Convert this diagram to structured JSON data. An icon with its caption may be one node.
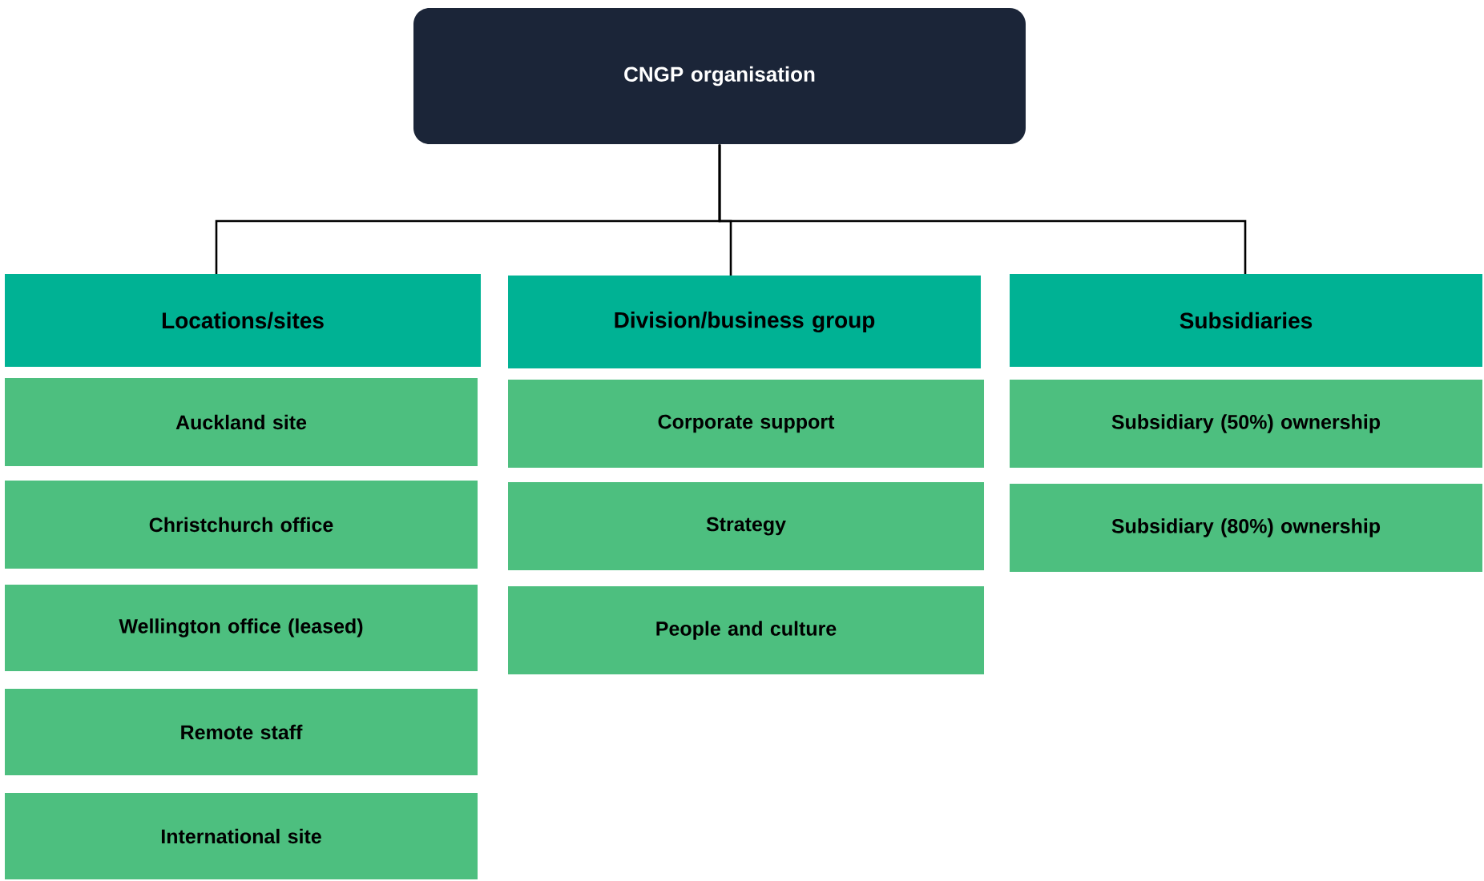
{
  "diagram": {
    "nodes": [
      {
        "text": [
          "CNGP organisation"
        ]
      },
      {
        "text": [
          "Locations/sites"
        ]
      },
      {
        "text": [
          "Division/business group"
        ]
      },
      {
        "text": [
          "Subsidiaries"
        ]
      },
      {
        "text": [
          "Auckland site"
        ]
      },
      {
        "text": [
          "Christchurch office"
        ]
      },
      {
        "text": [
          "Wellington office (leased)"
        ]
      },
      {
        "text": [
          "Remote staff"
        ]
      },
      {
        "text": [
          "International site"
        ]
      },
      {
        "text": [
          "Corporate support"
        ]
      },
      {
        "text": [
          "Strategy"
        ]
      },
      {
        "text": [
          "People and culture"
        ]
      },
      {
        "text": [
          "Subsidiary (50%) ownership"
        ]
      },
      {
        "text": [
          "Subsidiary (80%) ownership"
        ]
      }
    ],
    "edges": [
      {
        "from": 0,
        "to": 1,
        "arrow": "none"
      },
      {
        "from": 0,
        "to": 2,
        "arrow": "none"
      },
      {
        "from": 0,
        "to": 3,
        "arrow": "none"
      }
    ]
  }
}
